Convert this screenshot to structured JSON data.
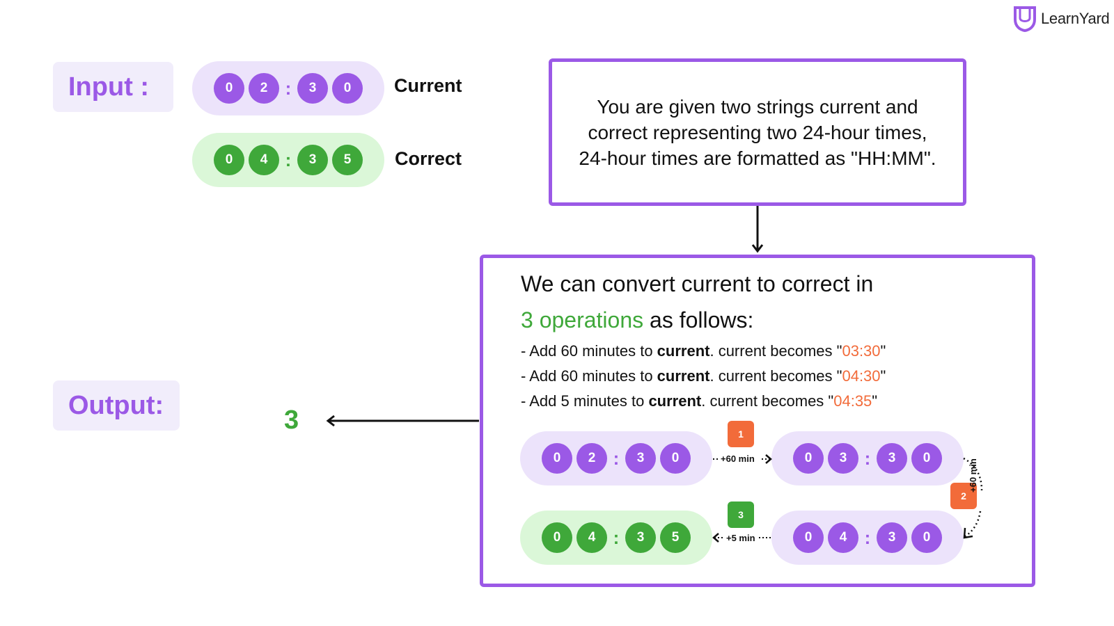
{
  "logo": {
    "text": "LearnYard"
  },
  "labels": {
    "input": "Input  :",
    "output": "Output:"
  },
  "inputs": {
    "current": {
      "name": "Current",
      "digits": [
        "0",
        "2",
        "3",
        "0"
      ]
    },
    "correct": {
      "name": "Correct",
      "digits": [
        "0",
        "4",
        "3",
        "5"
      ]
    }
  },
  "problem_text": "You are given two strings current and correct representing two 24-hour times, 24-hour times are formatted as \"HH:MM\".",
  "explanation": {
    "line1": "We can convert current to correct in",
    "ops_highlight": "3 operations",
    "line2_rest": " as follows:",
    "steps": [
      {
        "prefix": "- Add 60 minutes to ",
        "bold": "current",
        "middle": ". current becomes \"",
        "time": "03:30",
        "suffix": "\""
      },
      {
        "prefix": "- Add 60 minutes to ",
        "bold": "current",
        "middle": ". current becomes \"",
        "time": "04:30",
        "suffix": "\""
      },
      {
        "prefix": "- Add 5 minutes to ",
        "bold": "current",
        "middle": ". current becomes \"",
        "time": "04:35",
        "suffix": "\""
      }
    ]
  },
  "flow": {
    "t1": [
      "0",
      "2",
      "3",
      "0"
    ],
    "t2": [
      "0",
      "3",
      "3",
      "0"
    ],
    "t3": [
      "0",
      "4",
      "3",
      "0"
    ],
    "t4": [
      "0",
      "4",
      "3",
      "5"
    ],
    "op1": {
      "num": "1",
      "label": "+60 min"
    },
    "op2": {
      "num": "2",
      "label": "+60 min"
    },
    "op3": {
      "num": "3",
      "label": "+5 min"
    }
  },
  "output": {
    "value": "3"
  },
  "colors": {
    "purple": "#9b59e6",
    "green": "#3fa83a",
    "orange": "#f26b3a"
  }
}
